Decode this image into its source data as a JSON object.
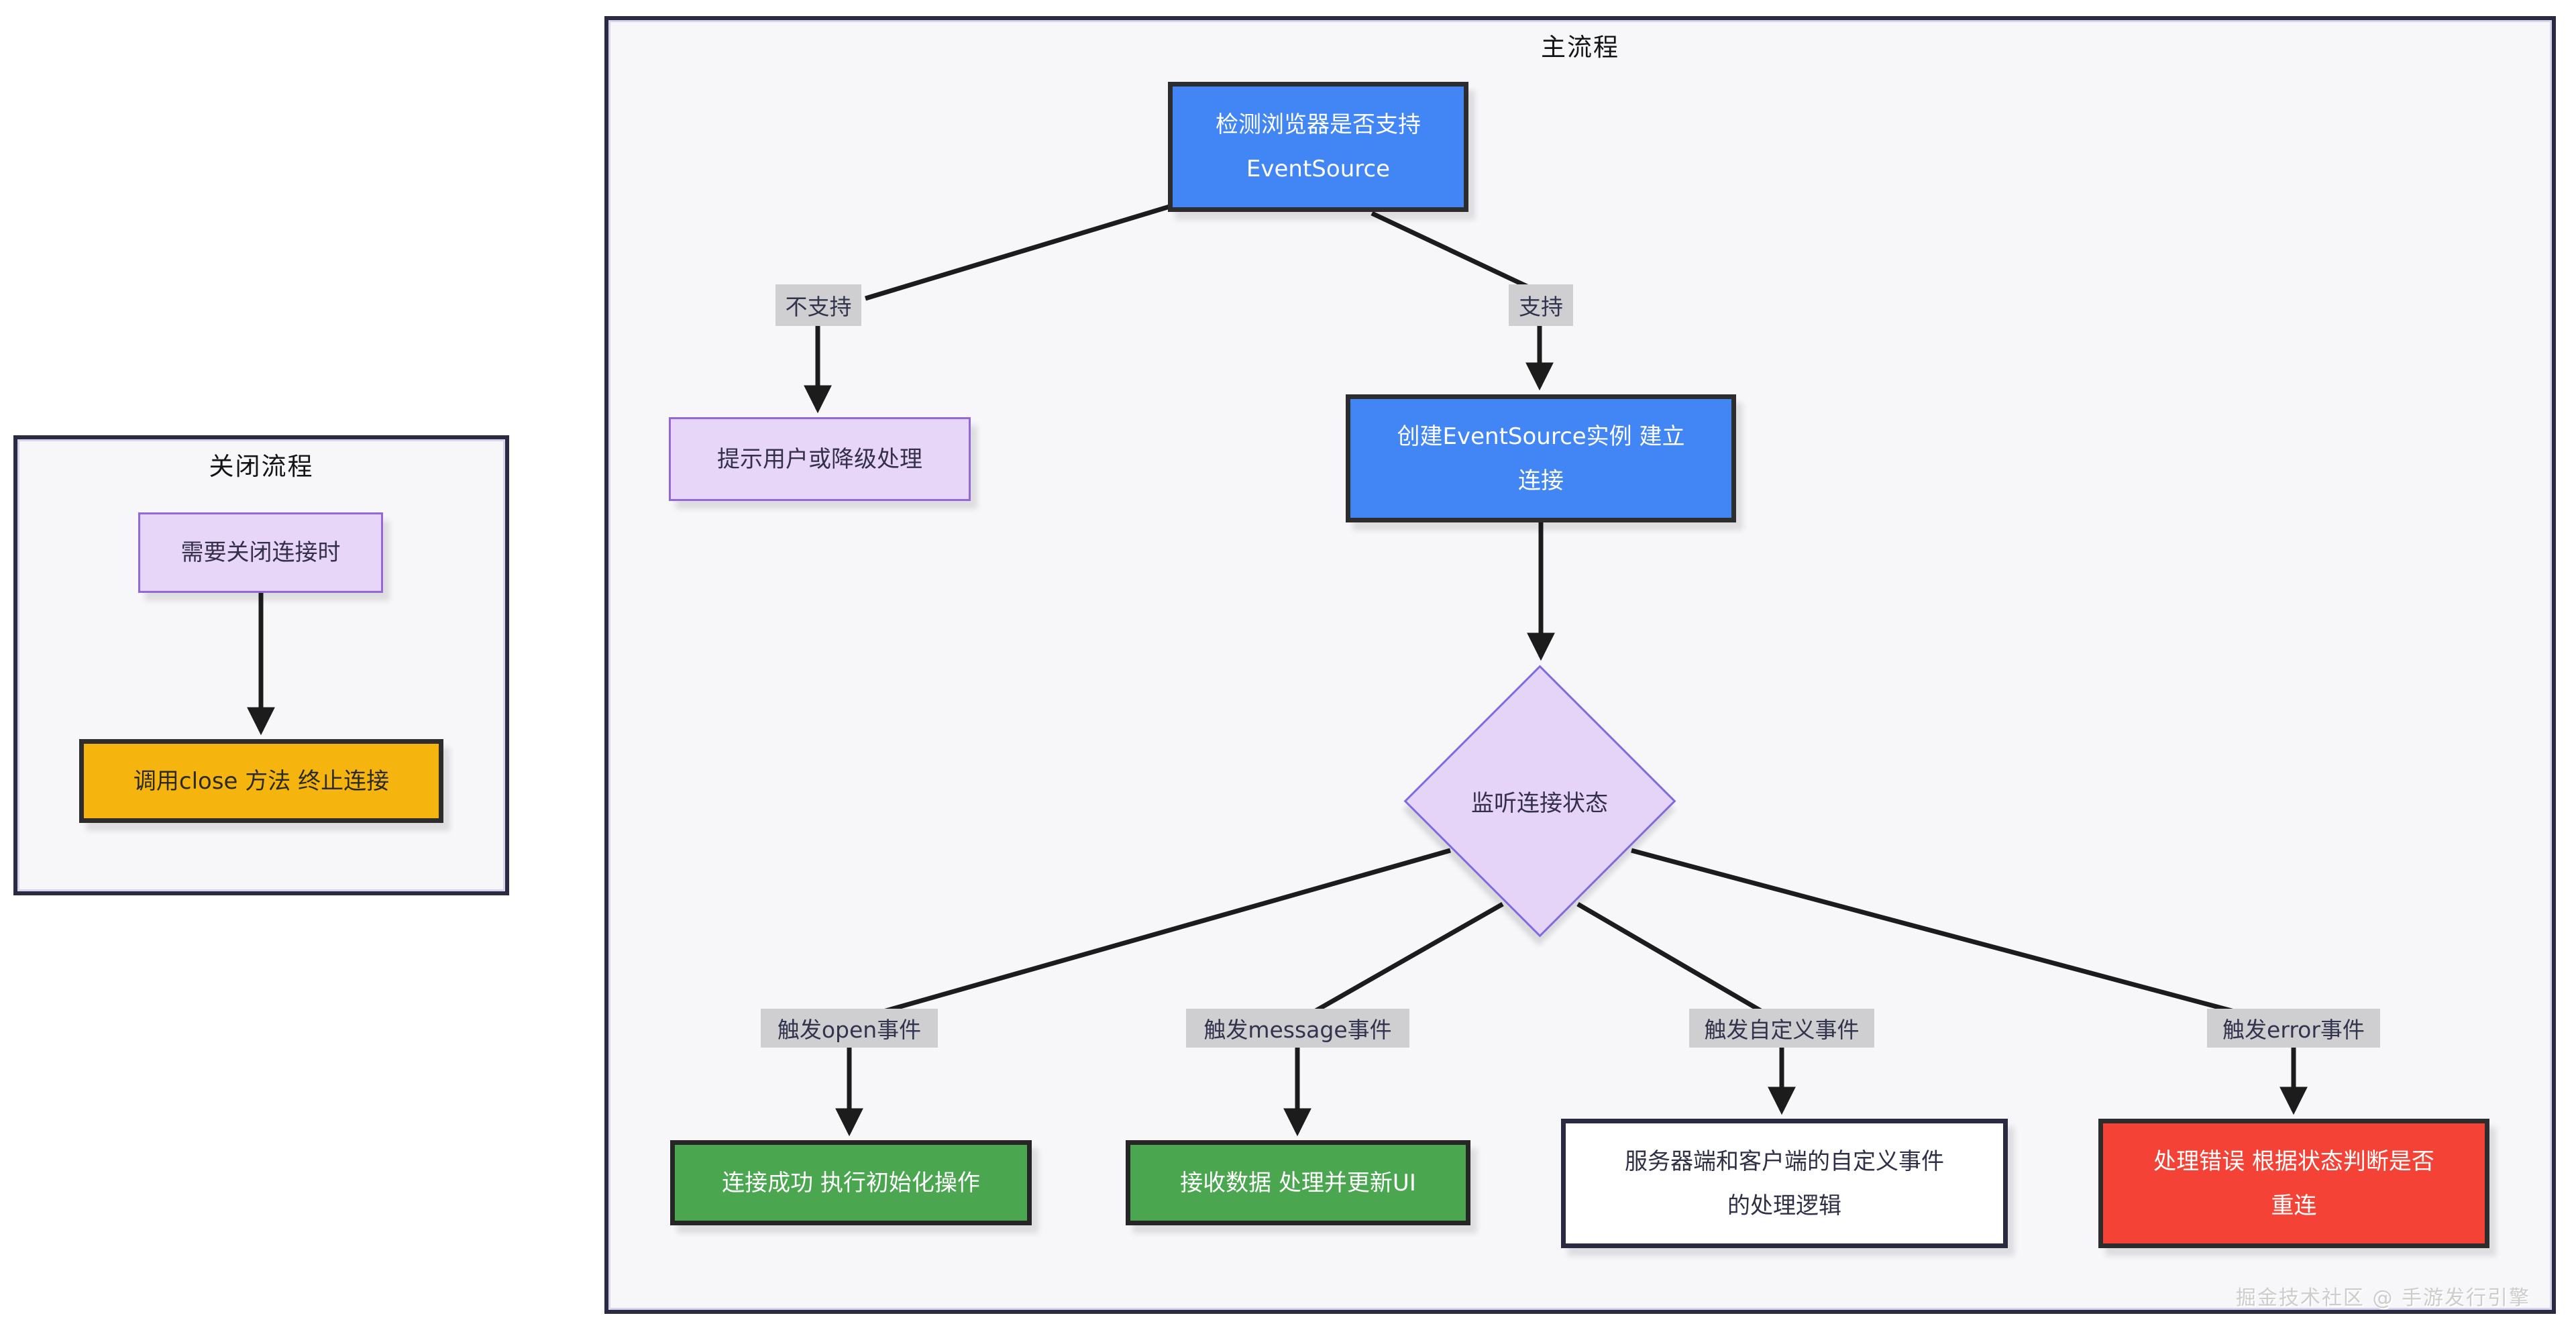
{
  "close_flow": {
    "title": "关闭流程",
    "need_close": "需要关闭连接时",
    "call_close": "调用close 方法 终止连接"
  },
  "main_flow": {
    "title": "主流程",
    "browser_check_line1": "检测浏览器是否支持",
    "browser_check_line2": "EventSource",
    "label_unsupported": "不支持",
    "label_supported": "支持",
    "fallback": "提示用户或降级处理",
    "create_instance_line1": "创建EventSource实例 建立",
    "create_instance_line2": "连接",
    "listen_state": "监听连接状态",
    "label_open": "触发open事件",
    "label_message": "触发message事件",
    "label_custom": "触发自定义事件",
    "label_error": "触发error事件",
    "open_handler": "连接成功 执行初始化操作",
    "message_handler": "接收数据 处理并更新UI",
    "custom_handler_line1": "服务器端和客户端的自定义事件",
    "custom_handler_line2": "的处理逻辑",
    "error_handler_line1": "处理错误 根据状态判断是否",
    "error_handler_line2": "重连"
  },
  "watermark": "掘金技术社区 @ 手游发行引擎",
  "graph": {
    "type": "flowchart",
    "nodes": [
      {
        "id": "browser_check",
        "text": "检测浏览器是否支持 EventSource",
        "shape": "rect",
        "fill": "#4285f4"
      },
      {
        "id": "fallback",
        "text": "提示用户或降级处理",
        "shape": "rect",
        "fill": "#e8d6f9"
      },
      {
        "id": "create_instance",
        "text": "创建EventSource实例 建立连接",
        "shape": "rect",
        "fill": "#4285f4"
      },
      {
        "id": "listen_state",
        "text": "监听连接状态",
        "shape": "diamond",
        "fill": "#e5d4f8"
      },
      {
        "id": "open_handler",
        "text": "连接成功 执行初始化操作",
        "shape": "rect",
        "fill": "#4aa64f"
      },
      {
        "id": "message_handler",
        "text": "接收数据 处理并更新UI",
        "shape": "rect",
        "fill": "#4aa64f"
      },
      {
        "id": "custom_handler",
        "text": "服务器端和客户端的自定义事件 的处理逻辑",
        "shape": "rect",
        "fill": "#ffffff"
      },
      {
        "id": "error_handler",
        "text": "处理错误 根据状态判断是否 重连",
        "shape": "rect",
        "fill": "#f44336"
      },
      {
        "id": "need_close",
        "text": "需要关闭连接时",
        "shape": "rect",
        "fill": "#e8d6f9"
      },
      {
        "id": "call_close",
        "text": "调用close 方法 终止连接",
        "shape": "rect",
        "fill": "#f6b40e"
      }
    ],
    "edges": [
      {
        "from": "browser_check",
        "to": "fallback",
        "label": "不支持"
      },
      {
        "from": "browser_check",
        "to": "create_instance",
        "label": "支持"
      },
      {
        "from": "create_instance",
        "to": "listen_state",
        "label": ""
      },
      {
        "from": "listen_state",
        "to": "open_handler",
        "label": "触发open事件"
      },
      {
        "from": "listen_state",
        "to": "message_handler",
        "label": "触发message事件"
      },
      {
        "from": "listen_state",
        "to": "custom_handler",
        "label": "触发自定义事件"
      },
      {
        "from": "listen_state",
        "to": "error_handler",
        "label": "触发error事件"
      },
      {
        "from": "need_close",
        "to": "call_close",
        "label": ""
      }
    ],
    "colors": {
      "frame_border": "#2a2b42",
      "frame_bg": "#f7f7fa",
      "edge": "#1c1c1c",
      "edge_label_bg": "#cfcfd1",
      "blue": "#4285f4",
      "green": "#4aa64f",
      "red": "#f44336",
      "yellow": "#f6b40e",
      "purple_fill": "#e8d6f9",
      "purple_border": "#9468d8",
      "diamond_border": "#7e6be0"
    }
  }
}
